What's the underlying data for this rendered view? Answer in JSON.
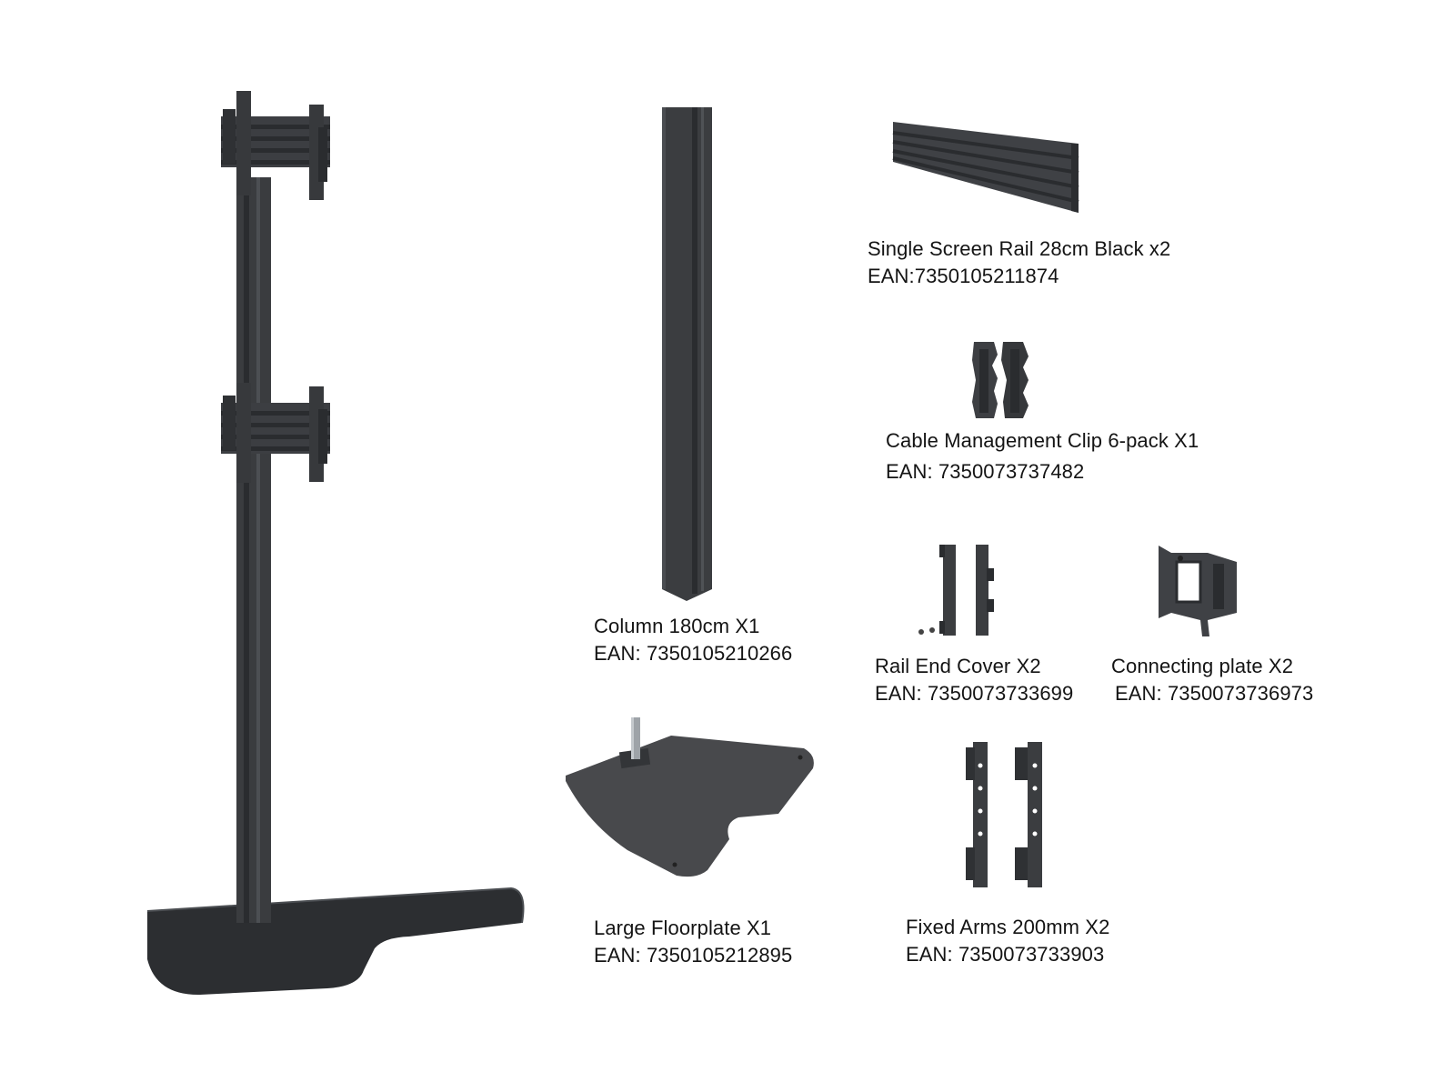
{
  "colors": {
    "metal": "#3b3d40",
    "metal_dark": "#2a2c2f",
    "metal_light": "#55585c",
    "plate": "#2f3134",
    "background": "#ffffff",
    "text": "#141414"
  },
  "items": {
    "rail": {
      "name": "Single Screen Rail 28cm Black x2",
      "ean": "EAN:7350105211874"
    },
    "clip": {
      "name": "Cable Management Clip 6-pack X1",
      "ean": "EAN: 7350073737482"
    },
    "column": {
      "name": "Column 180cm X1",
      "ean": "EAN: 7350105210266"
    },
    "end_cover": {
      "name": "Rail End Cover X2",
      "ean": "EAN: 7350073733699"
    },
    "connecting_plate": {
      "name": "Connecting plate X2",
      "ean": "EAN: 7350073736973"
    },
    "floorplate": {
      "name": "Large Floorplate X1",
      "ean": "EAN: 7350105212895"
    },
    "fixed_arms": {
      "name": "Fixed Arms 200mm X2",
      "ean": "EAN: 7350073733903"
    }
  }
}
